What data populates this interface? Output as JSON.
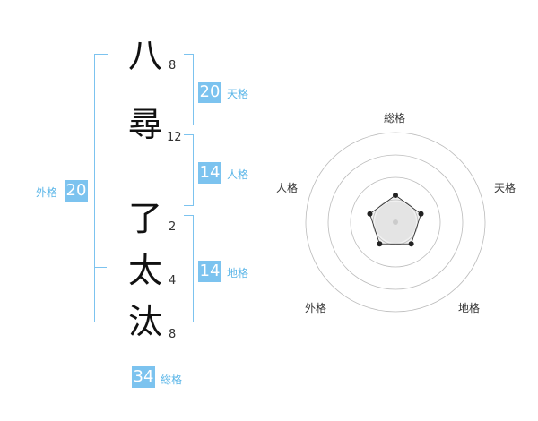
{
  "name": {
    "chars": [
      {
        "char": "八",
        "strokes": "8"
      },
      {
        "char": "尋",
        "strokes": "12"
      },
      {
        "char": "了",
        "strokes": "2"
      },
      {
        "char": "太",
        "strokes": "4"
      },
      {
        "char": "汰",
        "strokes": "8"
      }
    ]
  },
  "kaku": {
    "ten": {
      "value": "20",
      "label": "天格"
    },
    "jin": {
      "value": "14",
      "label": "人格"
    },
    "chi": {
      "value": "14",
      "label": "地格"
    },
    "gai": {
      "value": "20",
      "label": "外格"
    },
    "so": {
      "value": "34",
      "label": "総格"
    }
  },
  "colors": {
    "accent": "#7cc3ef",
    "accent_text": "#5bb6e8",
    "ring": "#bbbbbb",
    "polygon": "#222222"
  },
  "chart_data": {
    "type": "radar",
    "axes": [
      "総格",
      "天格",
      "地格",
      "外格",
      "人格"
    ],
    "rings": 4,
    "values": [
      0.3,
      0.3,
      0.3,
      0.3,
      0.3
    ]
  }
}
